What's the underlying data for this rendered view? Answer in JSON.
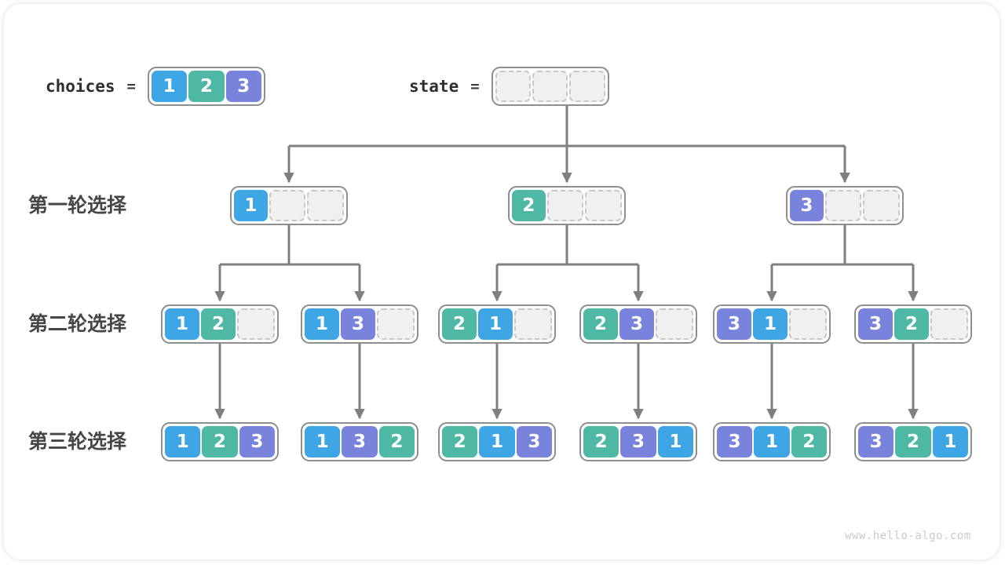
{
  "page": {
    "watermark": "www.hello-algo.com"
  },
  "colors": {
    "1": "#3ea6e5",
    "2": "#4eb8a5",
    "3": "#7a83dc",
    "empty_fill": "#f0f0f0",
    "empty_border": "#c8c8c8",
    "box_border": "#8e8e8e",
    "arrow": "#7f7f7f"
  },
  "header": {
    "choices_label": "choices",
    "equals": "=",
    "state_label": "state",
    "choices_values": [
      "1",
      "2",
      "3"
    ],
    "state_values": [
      null,
      null,
      null
    ]
  },
  "rows": [
    {
      "label": "第一轮选择",
      "nodes": [
        [
          "1",
          null,
          null
        ],
        [
          "2",
          null,
          null
        ],
        [
          "3",
          null,
          null
        ]
      ]
    },
    {
      "label": "第二轮选择",
      "nodes": [
        [
          "1",
          "2",
          null
        ],
        [
          "1",
          "3",
          null
        ],
        [
          "2",
          "1",
          null
        ],
        [
          "2",
          "3",
          null
        ],
        [
          "3",
          "1",
          null
        ],
        [
          "3",
          "2",
          null
        ]
      ]
    },
    {
      "label": "第三轮选择",
      "nodes": [
        [
          "1",
          "2",
          "3"
        ],
        [
          "1",
          "3",
          "2"
        ],
        [
          "2",
          "1",
          "3"
        ],
        [
          "2",
          "3",
          "1"
        ],
        [
          "3",
          "1",
          "2"
        ],
        [
          "3",
          "2",
          "1"
        ]
      ]
    }
  ]
}
